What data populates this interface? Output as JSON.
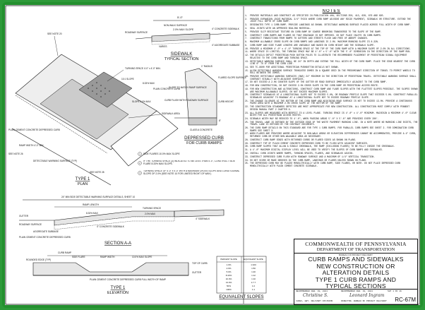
{
  "notes_title": "NOTES",
  "notes": [
    {
      "num": "1.",
      "text": "PROVIDE MATERIALS AND CONSTRUCT AS SPECIFIED IN PUBLICATION 408, SECTIONS 350, 413, 630, 676 AND 695."
    },
    {
      "num": "2.",
      "text": "PROVIDE EXPANSION JOINT MATERIAL 3/4\" THICK WHERE CURB RAMP ADJOINS ANY RIGID PAVEMENT, SIDEWALK OR STRUCTURE. EXTEND THE JOINT FULL DEPTH OF CURB RAMP."
    },
    {
      "num": "3.",
      "text": "DESIGNATES TYPE 1 CURB RAMP. PROVIDE LANDINGS AS SHOWN. DETECTABLE WARNING SURFACE PLACED ACROSS FULL WIDTH OF CURB RAMP."
    },
    {
      "num": "4.",
      "text": "SEAL JOINTS WITH AN APPROVED SEALING MATERIAL."
    },
    {
      "num": "5.",
      "text": "PROVIDE SLIP RESISTANT TEXTURE ON CURB RAMP BY COARSE BROOMING TRANSVERSE TO THE SLOPE OF THE RAMP."
    },
    {
      "num": "6.",
      "text": "CONSTRUCT CURB RAMPS AND FLARES SO THAT DRAINAGE IS NOT IMPEDED. DO NOT PLACE INLETS IN CURB RAMPS."
    },
    {
      "num": "7.",
      "text": "CONSTRUCT TRANSITIONS FROM RAMPS TO GUTTERS AND STREETS FLUSH AND FREE OF ABRUPT CHANGES."
    },
    {
      "num": "8.",
      "text": "MAXIMUM ALLOWABLE CROSS SLOPE ON CURB RAMPS AND LANDINGS IS 2.0%. MAXIMUM RUNNING SLOPE IS 8.33%."
    },
    {
      "num": "9.",
      "text": "CURB RAMP AND SIDE FLARE LENGTHS ARE VARIABLE AND BASED ON CURB HEIGHT AND THE SIDEWALK SLOPE."
    },
    {
      "num": "10.",
      "text": "PROVIDE A MINIMUM 4'-0\" x 4'-0\" TURNING SPACE AT THE TOP OF THE CURB RAMP WITH A MAXIMUM SLOPE OF 2.0% IN ALL DIRECTIONS."
    },
    {
      "num": "11.",
      "text": "WHERE SPACE IS LIMITED, THE TURNING SPACE MAY BE 4'-0\" x 5'-0\" WITH THE 5'-0\" DIMENSION IN THE DIRECTION OF THE RAMP RUN."
    },
    {
      "num": "12.",
      "text": "THE DETAILS DEPICT PEDESTRIAN PUSH BUTTON POLES TO ILLUSTRATE THE RECOMMENDED PLACEMENT OF PEDESTRIAN SIGNAL EQUIPMENT RELATIVE TO THE CURB RAMP AND TURNING SPACE."
    },
    {
      "num": "13.",
      "text": "DETECTABLE WARNING SURFACE SHALL BE 24\" IN DEPTH AND EXTEND THE FULL WIDTH OF THE CURB RAMP. PLACE THE EDGE NEAREST THE CURB LINE 6\" TO 8\" FROM THE CURB LINE."
    },
    {
      "num": "14.",
      "text": "SEE TC-8600 FOR ADDITIONAL PEDESTRIAN PUSHBUTTON DETAILS NOT SHOWN."
    },
    {
      "num": "15.",
      "text": "ALIGN DETECTABLE WARNING SURFACE TRUNCATED DOMES IN A SQUARE GRID IN THE PREDOMINANT DIRECTION OF TRAVEL TO PERMIT WHEELS TO ROLL BETWEEN THE DOMES."
    },
    {
      "num": "16.",
      "text": "PROVIDE DETECTABLE WARNING SURFACES (DWS) 24\" MINIMUM IN THE DIRECTION OF PEDESTRIAN TRAVEL. DETECTABLE WARNING SURFACE SHALL CONTRAST VISUALLY WITH ADJACENT SURFACES."
    },
    {
      "num": "17.",
      "text": "DO NOT EXCEED A 2.0% COUNTER SLOPE OF THE GUTTER OR ROAD SURFACE IMMEDIATELY ADJACENT TO THE CURB RAMP."
    },
    {
      "num": "18.",
      "text": "FOR NEW CONSTRUCTION, DO NOT EXCEED 2.0% CROSS SLOPE IN THE CURB RAMP OR PEDESTRIAN ACCESS ROUTE."
    },
    {
      "num": "19.",
      "text": "FOR NEW CONSTRUCTION AND ALTERATIONS, CONSTRUCT CURB RAMP AND FLARE SLOPES WITH THE FLATTEST SLOPES POSSIBLE. THE SLOPES SHOWN ARE MAXIMUM ALLOWABLE SLOPES. DO NOT EXCEED MAXIMUM SLOPES."
    },
    {
      "num": "20.",
      "text": "CONSTRUCT SIDEWALKS AT A LONGITUDINAL SLOPE NOT TO EXCEED 5.0%, OR ROADWAY PROFILE SLOPE THAT EXCEEDS 5.0%. CONSTRUCT PARALLEL SIDEWALKS ADJACENT TO ROADWAY AT A LONGITUDINAL SLOPE NOT TO EXCEED ROADWAY PROFILE SLOPE."
    },
    {
      "num": "21.",
      "text": "THE CHANGE IN GRADE AT THE BOTTOM OF THE CURB RAMP AND ADJOINING ROAD SURFACE IS NOT TO EXCEED 13.0%. PROVIDE A CONTINUOUS PAVED AREA WITH A MAXIMUM 2.0% CROSS SLOPE AT THE BOTTOM OF THE RAMP."
    },
    {
      "num": "22.",
      "text": "THE CONSTRUCTION STANDARDS DEPICTED ARE MOST APPROPRIATE FOR NEW CONSTRUCTION. ALL CONSTRUCTION MUST COMPLY WITH PENNDOT DESIGN MANUAL PART 2 CHAPTER 6."
    },
    {
      "num": "23.",
      "text": "ALL SLOPES ARE MEASURED WITH RESPECT TO A LEVEL PLANE. TURNING SPACE IS 4'-0\" x 4'-0\" MINIMUM. MAINTAIN A MINIMUM 4'-0\" CLEAR WIDTH FOR ALL PEDESTRIAN ACCESS ROUTES."
    },
    {
      "num": "24.",
      "text": "SIDEWALK WIDTH MAY BE REDUCED TO 4'-0\", WHEN PASSING AREAS 5'-0\" X 5'-0\" ARE PROVIDED EVERY 200'."
    },
    {
      "num": "25.",
      "text": "THE TRAVEL LANE IS DEFINED BY THE OUTSIDE EDGE OF THE WHITE PAVEMENT MARKING LINE. IN A NOTE WHERE NO MARKING LINE EXISTS, THE TRAVEL LANE IS DEFINED BY THE CONTRACT DOCUMENTS."
    },
    {
      "num": "26.",
      "text": "THE CURB RAMP DETAILS ON THIS STANDARD ARE FOR TYPE 1 CURB RAMPS. FOR PARALLEL CURB RAMPS SEE SHEET 2. FOR COMBINATION CURB RAMPS SEE SHEET 3."
    },
    {
      "num": "27.",
      "text": "WHEN FLARES ARE PROVIDED WHERE ADJACENT TO NON-WALK AREAS OR ELEVATION DIFFERENCES CANNOT BE ACCOMMODATED, PROVIDE A 4\" CURB, RETURNED CURB OR OTHER NON-WALKABLE AREA AS NECESSARY."
    },
    {
      "num": "28.",
      "text": "CONSTRUCT CURB RAMP EDGES WITH RETURNED CURBS OR FLARED SIDES AS SHOWN ON PLANS."
    },
    {
      "num": "29.",
      "text": "CONSTRUCT TOP OF PLAIN CEMENT CONCRETE DEPRESSED CURB TO BE FLUSH WITH ADJACENT SURFACES."
    },
    {
      "num": "30.",
      "text": "CURB RAMP SLOPES THAT ALLOW A SINGLE CROSSWALK, THE RAMP (EXCLUDING FLARES) TO BE FULLY INSIDE THE CROSSWALK."
    },
    {
      "num": "31.",
      "text": "A 4'-0\" MAXIMUM DIGITAL DISPLAY LEVEL WILL BE USED TO VERIFY THE SLOPES OF CURB RAMPS AND SIDEWALKS."
    },
    {
      "num": "32.",
      "text": "INSTALL CURB JOINTS WHERE RAMPS, TURNING SPACES, FLARES, AND SIDEWALKS ADJOIN."
    },
    {
      "num": "33.",
      "text": "CONSTRUCT DEPRESSED CURB FLUSH WITH ROADWAY SURFACE AND A MAXIMUM OF 1/4\" VERTICAL TRANSITION."
    },
    {
      "num": "34.",
      "text": "DO NOT SCORE OR MAKE GROOVES IN THE CURB RAMP, LANDINGS OR FLARES UNLESS SHOWN ON PLANS."
    },
    {
      "num": "35.",
      "text": "THE DEPRESSED CURB MAY BE PLACED MONOLITHICALLY WITH CURB RAMP, SIDE FLARES, OR BOTH. DO NOT PLACE DEPRESSED CURB MONOLITHICALLY WITH PLAIN CEMENT CONCRETE SIDEWALK."
    }
  ],
  "title_block": {
    "org_line1": "COMMONWEALTH OF PENNSYLVANIA",
    "org_line2": "DEPARTMENT OF TRANSPORTATION",
    "bureau": "BUREAU OF PROJECT DELIVERY",
    "title_lines": [
      "CURB RAMPS AND SIDEWALKS",
      "NEW CONSTRUCTION OR",
      "ALTERATION DETAILS",
      "TYPE 1 CURB RAMPS AND",
      "TYPICAL SECTIONS"
    ],
    "recommended_left": "RECOMMENDED FEB. 19, 2021",
    "recommended_right": "RECOMMENDED FEB. 19, 2021",
    "sheet": "SHT 1 OF 16",
    "signer_left": "CHIEF, HWY. DELIVERY DIVISION",
    "signer_right": "DIRECTOR, BUREAU OF PROJECT DELIVERY",
    "standard_number": "RC-67M",
    "signature_left": "Christine S.",
    "signature_right": "Leonard Ingram"
  },
  "sidewalk_section": {
    "title": "SIDEWALK",
    "subtitle": "TYPICAL SECTION",
    "labels": {
      "width": "5'-0\"",
      "cross_slope": "2.0% MAX SLOPE",
      "nonwalk": "NON-WALK SURFACE",
      "roadway": "ROADWAY SURFACE",
      "concrete": "4\" CONCRETE SIDEWALK",
      "aggregate": "4\" AGGREGATE SUBBASE",
      "varies": "VARIES"
    }
  },
  "type1_plan": {
    "title": "TYPE 1",
    "subtitle": "PLAN",
    "labels": {
      "see_note_20": "SEE NOTE 20",
      "see_note_26": "SEE NOTE 26",
      "see_note_28": "SEE NOTE 28",
      "turning_space": "TURNING SPACE 4'-0\" x 4'-0\" MIN.",
      "flare_slope": "10:1 SLOPE",
      "sidewalk_area": "SIDEWALK AREA",
      "plain_cement": "PLAIN CEMENT CONCRETE DEPRESSED CURB",
      "ramp_width": "RAMP WIDTH 4'-0\" MIN",
      "detectable": "DETECTABLE WARNING SURFACE (TYP)",
      "ramp_slope": "8.33% MAX",
      "slope_gutter": "SLOPE 2.0% MAX",
      "plain_concrete_curb": "PLAIN CONCRETE CURB"
    }
  },
  "depressed_curb": {
    "title": "DEPRESSED CURB",
    "subtitle": "FOR CURB RAMPS",
    "labels": {
      "radius": "1\" RADIUS",
      "flared_side": "FLARED SLOPE SURFACE",
      "slope": "SLOPE TO MATCH RAMP SURFACE",
      "curb_height": "CURB HEIGHT",
      "curb_flush": "CURB FLUSH WITH ROADWAY SURFACE",
      "class": "CLASS A CONCRETE",
      "depth": "8\""
    }
  },
  "legend_notes": [
    {
      "sym": "1",
      "text": "SIDE FLARES 10.0% MAX SLOPE"
    },
    {
      "sym": "2",
      "text": "IF THE TURNING SPACE (3) INDICATED TO BE LESS THAN 4'-0\", CONSTRUCT SIDE FLARE 8.33% MAX SLOPE."
    },
    {
      "sym": "3",
      "text": "TURNING SPACE OF 4'-0\" x 4'-0\" WITH A MAXIMUM CROSS SLOPE AND LONGITUDINAL SLOPE OF 2.0% (SEE NOTE 10 FOR LIMITED RIGHT OF WAY)."
    }
  ],
  "section_aa": {
    "title": "SECTION A-A",
    "labels": {
      "dws_top": "24\" MIN SIDE DETECTABLE WARNING SURFACE DETAILS, SHEET 10",
      "ramp_length": "RAMP LENGTH",
      "ramp_slope": "8.33% MAX",
      "turn": "TURNING SPACE",
      "slope": "2.0% MAX",
      "aggregate": "AGGREGATE SUBBASE",
      "concrete_ramp": "4\" CONCRETE SIDEWALK",
      "plain_cement": "PLAIN CEMENT CONCRETE DEPRESSED CURB",
      "gutter": "GUTTER",
      "road": "ROADWAY SURFACE",
      "sidewalk": "4\" SIDEWALK"
    }
  },
  "type1_elevation": {
    "title": "TYPE 1",
    "subtitle": "ELEVATION",
    "labels": {
      "curb_ramp": "CURB RAMP",
      "side_flare": "SIDE FLARE",
      "ramp_width": "RAMP WIDTH",
      "top_curb": "TOP OF CURB",
      "gutter": "GUTTER",
      "rounded_edge": "ROUNDED EDGE (TYP)",
      "plain_curb": "PLAIN CEMENT CONCRETE DEPRESSED CURB FULL WIDTH OF RAMP",
      "flare_slope": "10.0% MAX SLOPE"
    }
  },
  "equivalent_slopes": {
    "title": "EQUIVALENT SLOPES",
    "headers": [
      "PERCENT SLOPE",
      "EQUIVALENT SLOPE"
    ],
    "rows": [
      [
        "1.0%",
        "1:100"
      ],
      [
        "2.0%",
        "1:50"
      ],
      [
        "5.0%",
        "1:20"
      ],
      [
        "8.33%",
        "1:12"
      ],
      [
        "10.0%",
        "1:10"
      ],
      [
        "13.0%",
        "1:7.7"
      ],
      [
        "50%",
        "1:2"
      ],
      [
        "100%",
        "1:1"
      ]
    ]
  }
}
